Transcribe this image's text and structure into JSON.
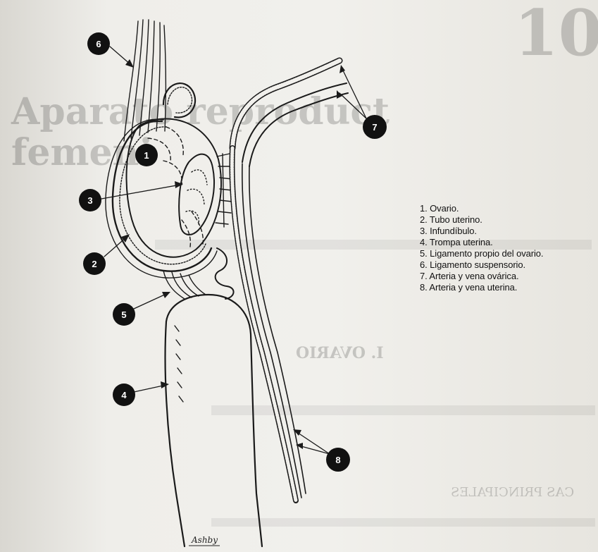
{
  "bleed_through": {
    "page_number": "10",
    "title_line1": "Aparato reproduct",
    "title_line2": "femeni",
    "section": "I. OVARIO",
    "subsection": "CAS PRINCIPALES"
  },
  "legend": {
    "items": [
      "1. Ovario.",
      "2. Tubo uterino.",
      "3. Infundíbulo.",
      "4. Trompa uterina.",
      "5. Ligamento propio del ovario.",
      "6. Ligamento suspensorio.",
      "7. Arteria y vena ovárica.",
      "8. Arteria y vena uterina."
    ]
  },
  "callouts": [
    {
      "label": "1"
    },
    {
      "label": "2"
    },
    {
      "label": "3"
    },
    {
      "label": "4"
    },
    {
      "label": "5"
    },
    {
      "label": "6"
    },
    {
      "label": "7"
    },
    {
      "label": "8"
    }
  ],
  "signature": "Ashby"
}
